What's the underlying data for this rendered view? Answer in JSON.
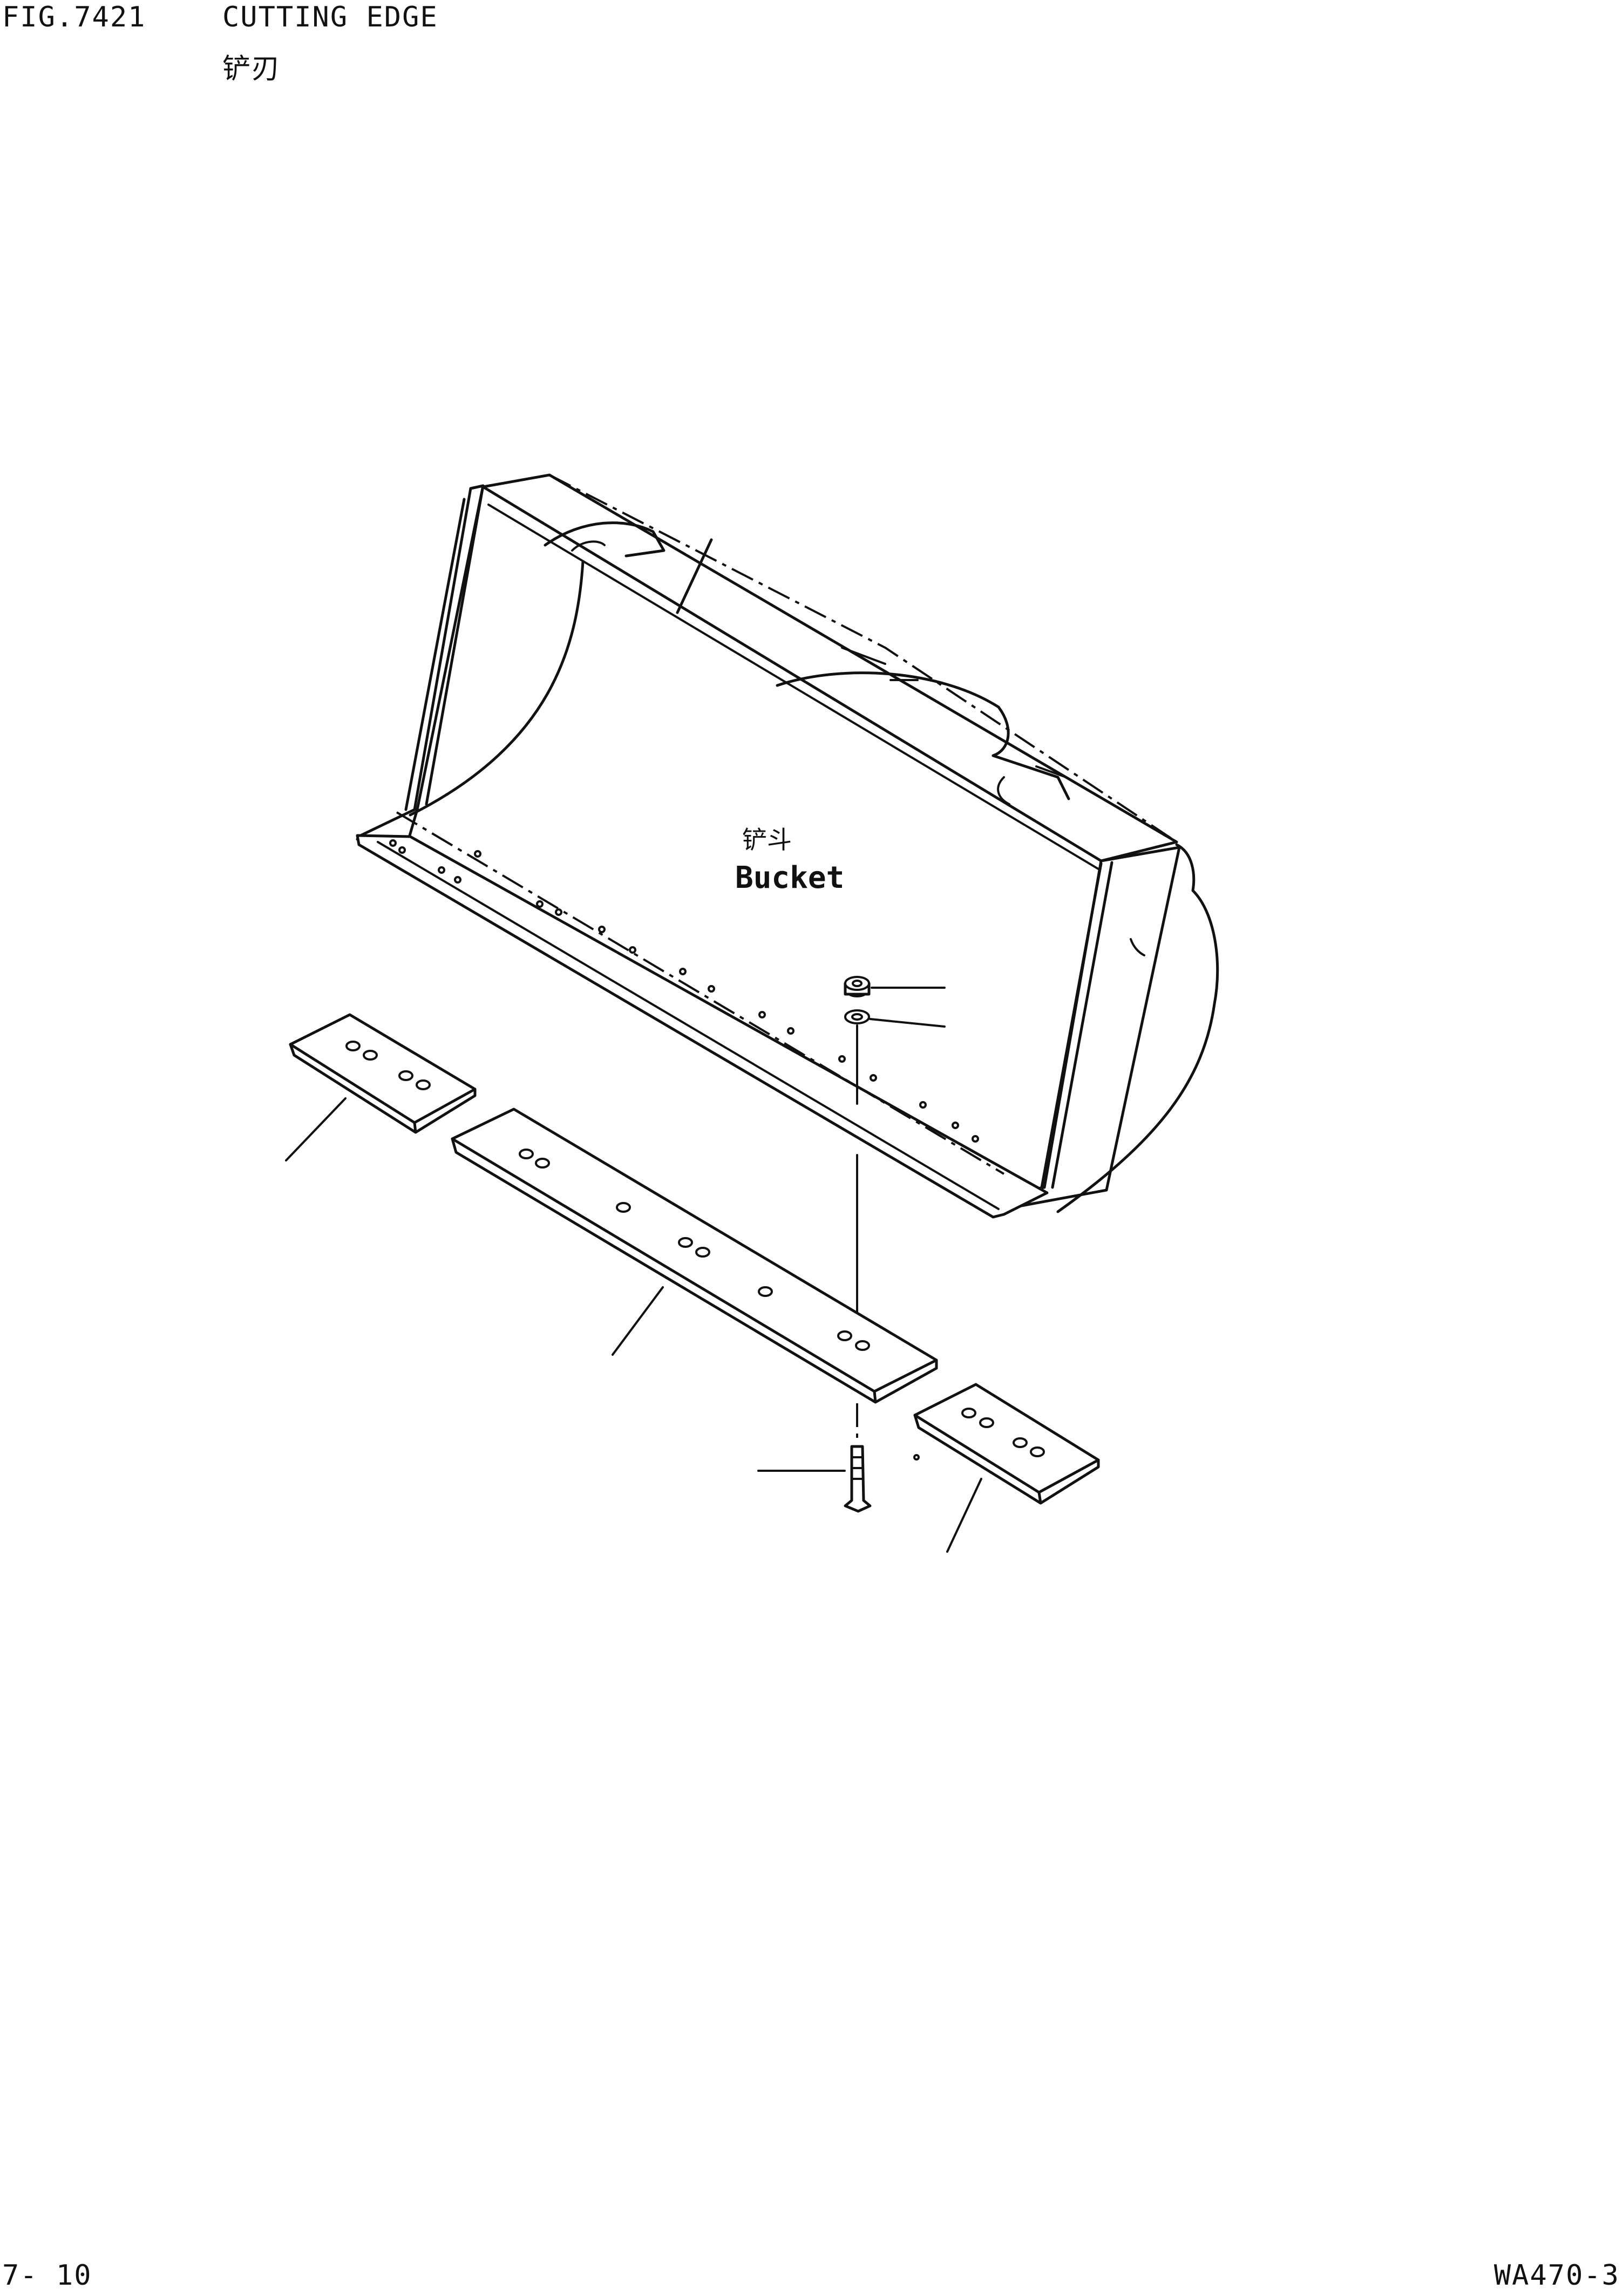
{
  "header": {
    "fig_number": "FIG.7421",
    "title_en": "CUTTING EDGE",
    "title_cn": "铲刃"
  },
  "diagram": {
    "bucket_label_cn": "铲斗",
    "bucket_label_en": "Bucket"
  },
  "footer": {
    "page_number": "7- 10",
    "model": "WA470-3"
  }
}
